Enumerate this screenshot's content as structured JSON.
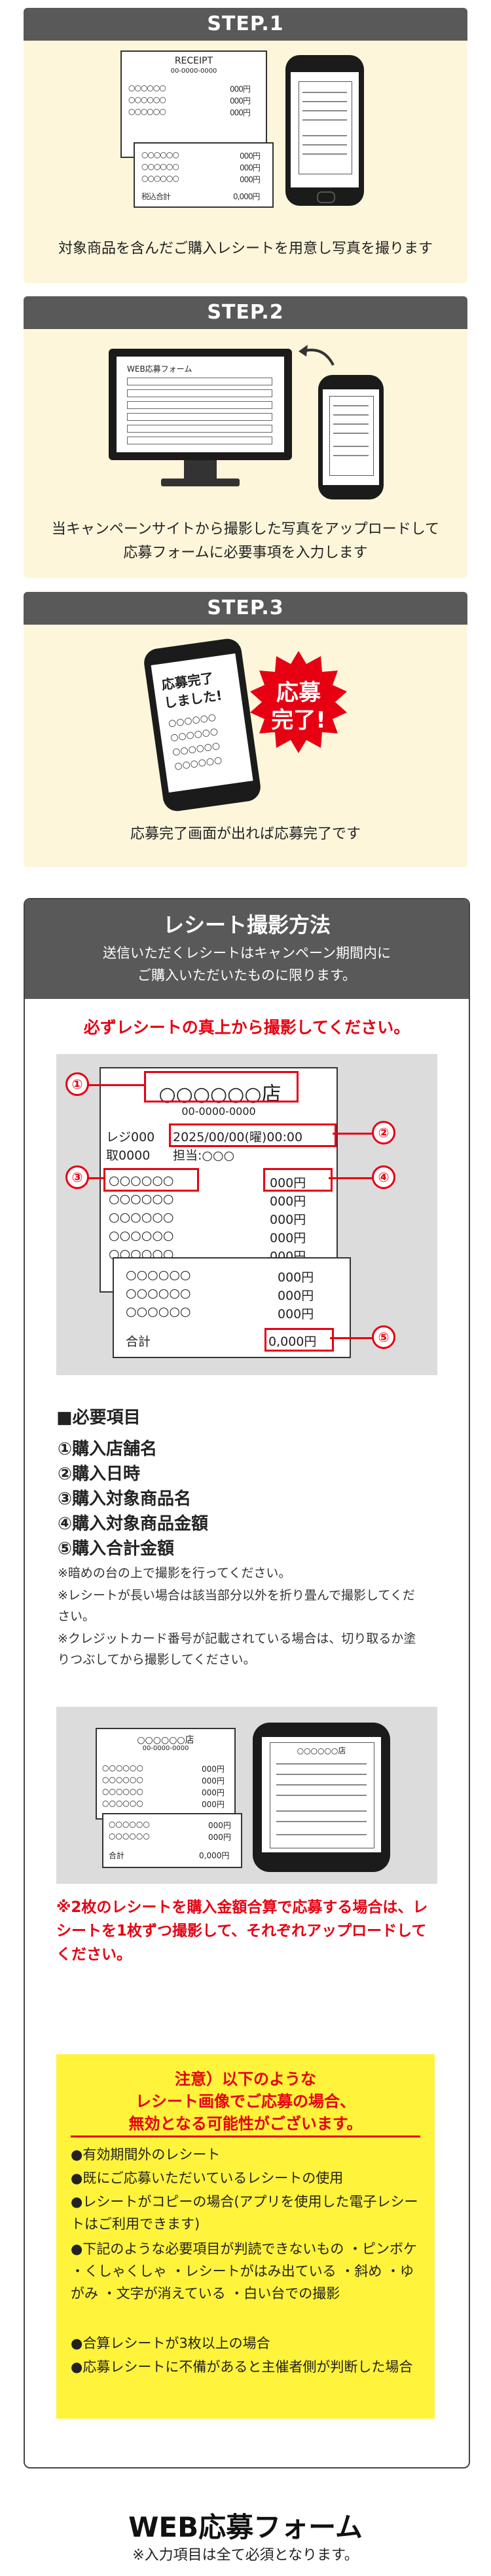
{
  "steps": [
    {
      "label": "STEP.1",
      "caption": "対象商品を含んだご購入レシートを用意し写真を撮ります"
    },
    {
      "label": "STEP.2",
      "caption1": "当キャンペーンサイトから撮影した写真をアップロードして",
      "caption2": "応募フォームに必要事項を入力します"
    },
    {
      "label": "STEP.3",
      "caption": "応募完了画面が出れば応募完了です"
    }
  ],
  "step1_receipt": {
    "title": "RECEIPT",
    "number": "00-0000-0000",
    "circles": "○○○○○○",
    "price": "000円",
    "total_label": "税込合計",
    "total": "0,000円"
  },
  "step2_form": {
    "title": "WEB応募フォーム"
  },
  "step3": {
    "phone_text1": "応募完了",
    "phone_text2": "しました!",
    "bubble1": "応募",
    "bubble2": "完了!"
  },
  "receipt_section": {
    "title": "レシート撮影方法",
    "sub1": "送信いただくレシートはキャンペーン期間内に",
    "sub2": "ご購入いただいたものに限ります。",
    "must": "必ずレシートの真上から撮影してください。",
    "store": "○○○○○○店",
    "store_no": "00-0000-0000",
    "register": "レジ000",
    "datetime": "2025/00/00(曜)00:00",
    "tori": "取0000",
    "tanto": "担当:○○○",
    "circles": "○○○○○○",
    "price": "000円",
    "total_label": "合計",
    "total": "0,000円",
    "markers": [
      "①",
      "②",
      "③",
      "④",
      "⑤"
    ]
  },
  "required": {
    "heading": "■必要項目",
    "items": [
      "①購入店舗名",
      "②購入日時",
      "③購入対象商品名",
      "④購入対象商品金額",
      "⑤購入合計金額"
    ],
    "notes": [
      "※暗めの台の上で撮影を行ってください。",
      "※レシートが長い場合は該当部分以外を折り畳んで撮影してください。",
      "※クレジットカード番号が記載されている場合は、切り取るか塗りつぶしてから撮影してください。"
    ]
  },
  "two_receipts_note": "※2枚のレシートを購入金額合算で応募する場合は、レシートを1枚ずつ撮影して、それぞれアップロードしてください。",
  "warning": {
    "head1": "注意）以下のような",
    "head2": "レシート画像でご応募の場合、",
    "head3": "無効となる可能性がございます。",
    "items": [
      "●有効期間外のレシート",
      "●既にご応募いただいているレシートの使用",
      "●レシートがコピーの場合(アプリを使用した電子レシートはご利用できます)",
      "●下記のような必要項目が判読できないもの ・ピンボケ ・くしゃくしゃ ・レシートがはみ出ている ・斜め ・ゆがみ ・文字が消えている ・白い台での撮影",
      "●合算レシートが3枚以上の場合",
      "●応募レシートに不備があると主催者側が判断した場合"
    ]
  },
  "form_heading": {
    "title": "WEB応募フォーム",
    "sub": "※入力項目は全て必須となります。"
  }
}
